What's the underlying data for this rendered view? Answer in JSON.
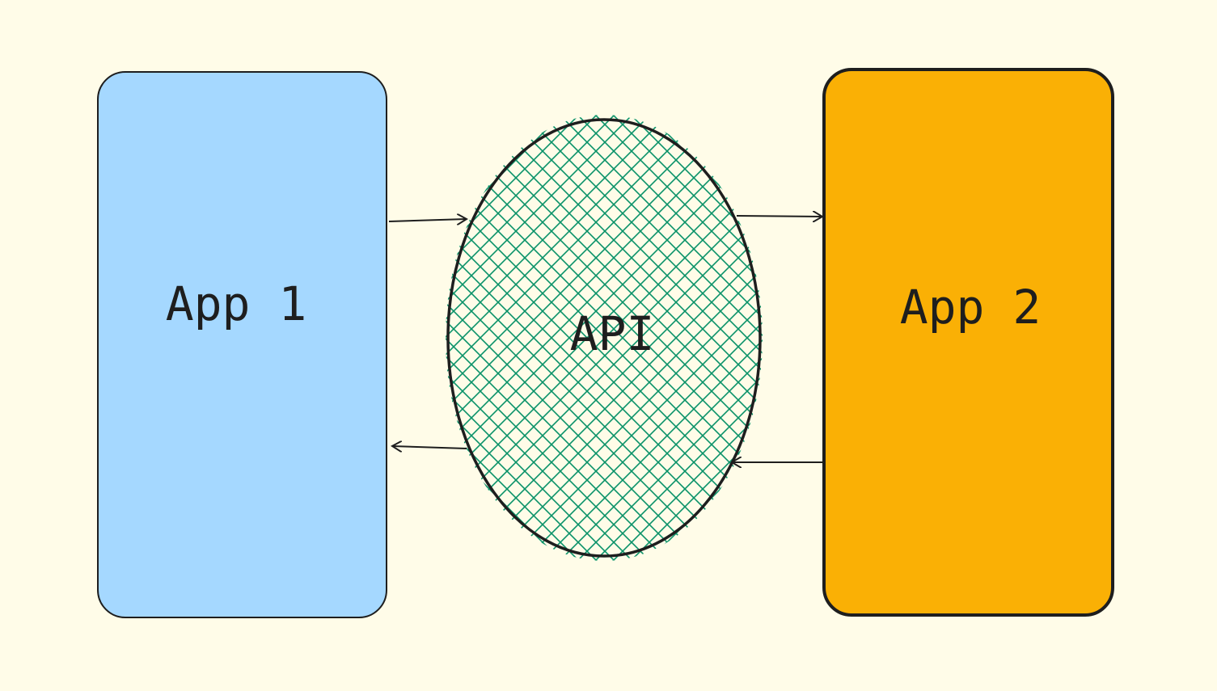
{
  "diagram": {
    "nodes": [
      {
        "id": "app1",
        "label": "App 1",
        "shape": "rounded-rectangle",
        "fill": "#a5d8ff",
        "stroke": "#1e1e1e"
      },
      {
        "id": "api",
        "label": "API",
        "shape": "ellipse",
        "fill_pattern": "cross-hatch",
        "hatch_color": "#099268",
        "stroke": "#1e1e1e"
      },
      {
        "id": "app2",
        "label": "App 2",
        "shape": "rounded-rectangle",
        "fill": "#fab005",
        "stroke": "#1e1e1e"
      }
    ],
    "edges": [
      {
        "from": "app1",
        "to": "api"
      },
      {
        "from": "api",
        "to": "app2"
      },
      {
        "from": "app2",
        "to": "api"
      },
      {
        "from": "api",
        "to": "app1"
      }
    ]
  },
  "colors": {
    "background": "#fffce8",
    "stroke": "#1e1e1e"
  }
}
